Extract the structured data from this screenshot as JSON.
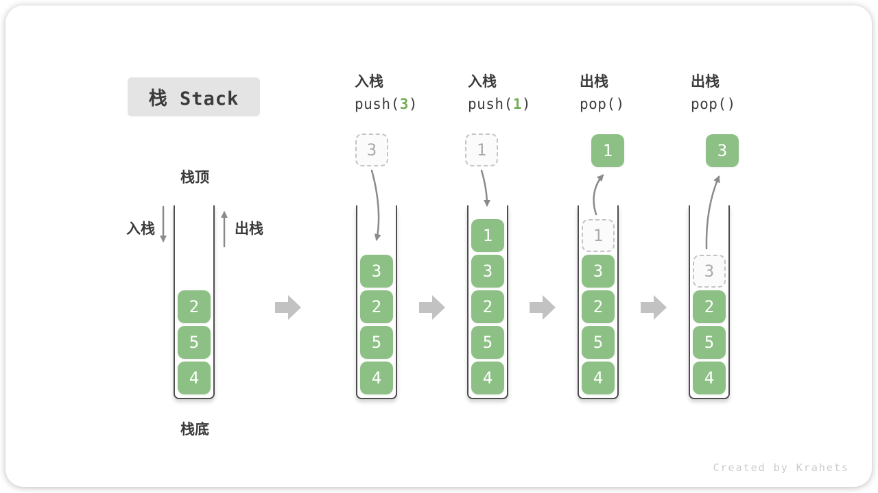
{
  "title": "栈 Stack",
  "footer": "Created by Krahets",
  "stack_labels": {
    "top": "栈顶",
    "bottom": "栈底",
    "push_label": "入栈",
    "pop_label": "出栈"
  },
  "colors": {
    "box_green": "#8CC084",
    "code_green": "#74AD54",
    "arrow_gray": "#8A8A8A",
    "block_arrow_gray": "#C2C2C2",
    "ghost_border": "#C4C4C4",
    "ghost_text": "#ABABAB",
    "ink": "#3A3A3A",
    "wall": "#4D4D4D"
  },
  "icons": {
    "transition": "right-block-arrow",
    "push_flow": "curved-down-arrow",
    "pop_flow": "curved-up-arrow",
    "enqueue_side": "down-arrow",
    "dequeue_side": "up-arrow"
  },
  "columns": [
    {
      "name": "initial",
      "header": null,
      "floating": null,
      "stack": [
        {
          "value": "2",
          "style": "solid"
        },
        {
          "value": "5",
          "style": "solid"
        },
        {
          "value": "4",
          "style": "solid"
        }
      ]
    },
    {
      "name": "push-3",
      "header": {
        "line1": "入栈",
        "code_pre": "push(",
        "code_arg": "3",
        "code_post": ")"
      },
      "floating": {
        "value": "3",
        "style": "ghost"
      },
      "stack": [
        {
          "value": "3",
          "style": "solid"
        },
        {
          "value": "2",
          "style": "solid"
        },
        {
          "value": "5",
          "style": "solid"
        },
        {
          "value": "4",
          "style": "solid"
        }
      ]
    },
    {
      "name": "push-1",
      "header": {
        "line1": "入栈",
        "code_pre": "push(",
        "code_arg": "1",
        "code_post": ")"
      },
      "floating": {
        "value": "1",
        "style": "ghost"
      },
      "stack": [
        {
          "value": "1",
          "style": "solid"
        },
        {
          "value": "3",
          "style": "solid"
        },
        {
          "value": "2",
          "style": "solid"
        },
        {
          "value": "5",
          "style": "solid"
        },
        {
          "value": "4",
          "style": "solid"
        }
      ]
    },
    {
      "name": "pop-1",
      "header": {
        "line1": "出栈",
        "code_pre": "pop()",
        "code_arg": "",
        "code_post": ""
      },
      "floating": {
        "value": "1",
        "style": "solid"
      },
      "stack": [
        {
          "value": "1",
          "style": "ghost"
        },
        {
          "value": "3",
          "style": "solid"
        },
        {
          "value": "2",
          "style": "solid"
        },
        {
          "value": "5",
          "style": "solid"
        },
        {
          "value": "4",
          "style": "solid"
        }
      ]
    },
    {
      "name": "pop-3",
      "header": {
        "line1": "出栈",
        "code_pre": "pop()",
        "code_arg": "",
        "code_post": ""
      },
      "floating": {
        "value": "3",
        "style": "solid"
      },
      "stack": [
        {
          "value": "3",
          "style": "ghost"
        },
        {
          "value": "2",
          "style": "solid"
        },
        {
          "value": "5",
          "style": "solid"
        },
        {
          "value": "4",
          "style": "solid"
        }
      ]
    }
  ]
}
